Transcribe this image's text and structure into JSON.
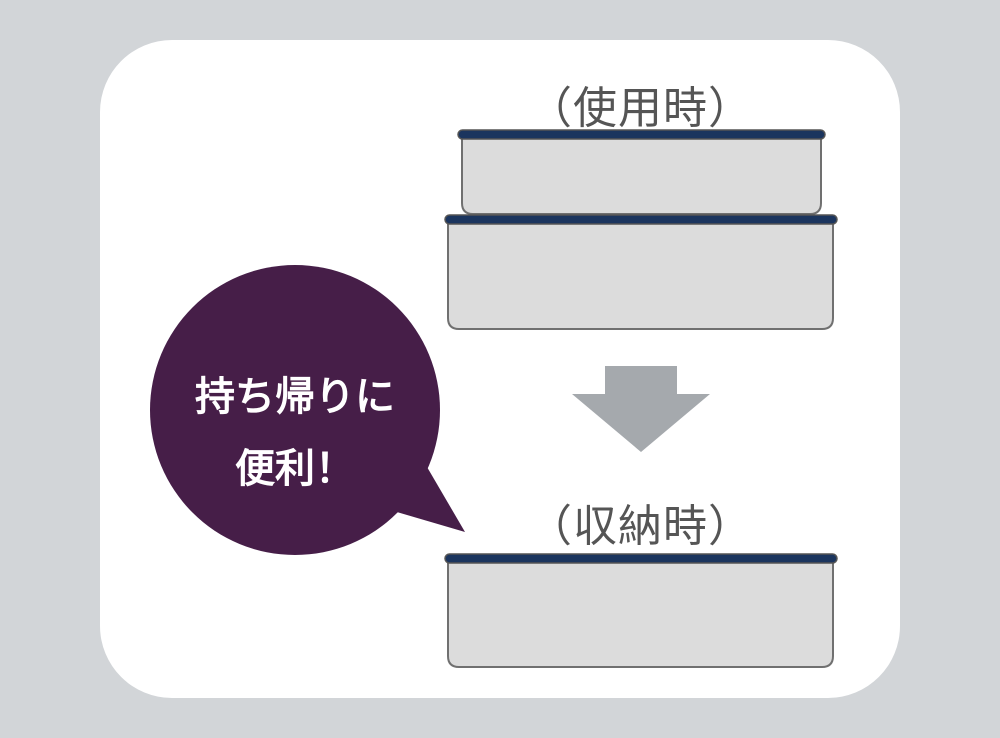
{
  "labels": {
    "in_use": "（使用時）",
    "storage": "（収納時）"
  },
  "bubble": {
    "line1": "持ち帰りに",
    "line2": "便利！"
  },
  "colors": {
    "background": "#d2d5d8",
    "card": "#ffffff",
    "bubble": "#461e48",
    "lid": "#1b355e",
    "container": "#dcdcdc",
    "outline": "#707070",
    "arrow": "#a5a9ad"
  }
}
